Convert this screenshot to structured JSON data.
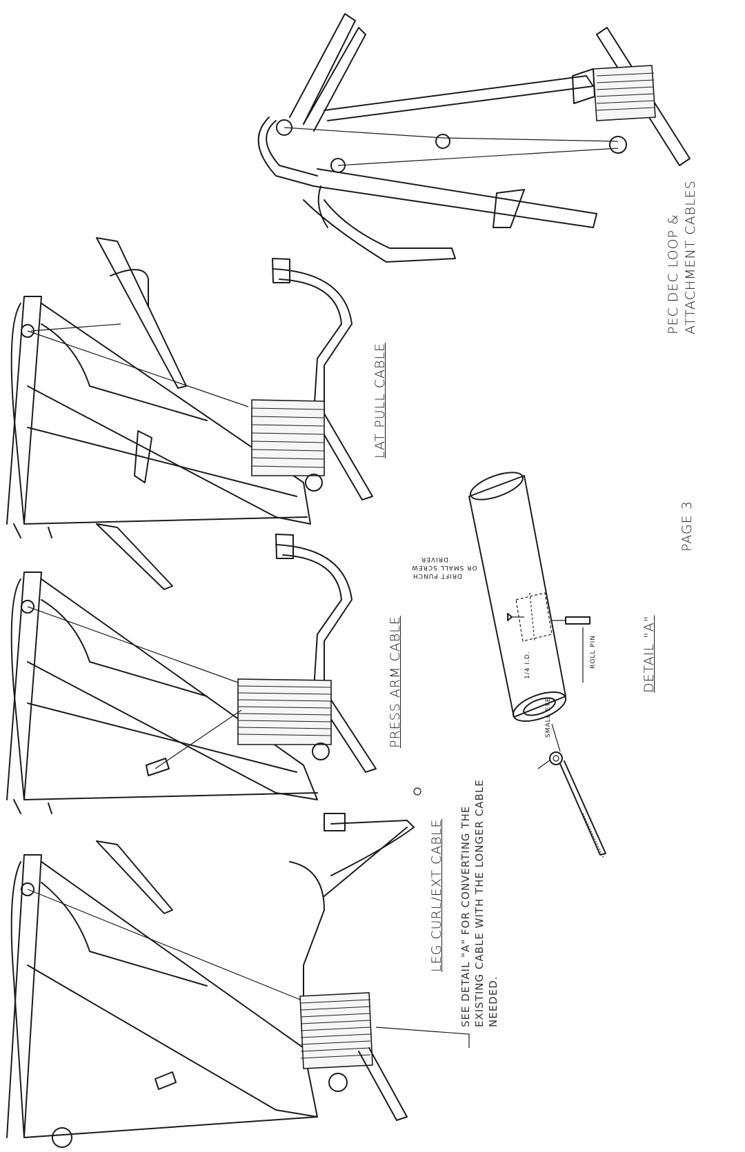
{
  "labels": {
    "leg_curl": "LEG CURL/EXT CABLE",
    "leg_curl_note": "SEE DETAIL \"A\" FOR CONVERTING THE EXISTING CABLE WITH THE LONGER CABLE NEEDED.",
    "press_arm": "PRESS ARM CABLE",
    "lat_pull": "LAT PULL CABLE",
    "pec_dec_line1": "PEC DEC LOOP &",
    "pec_dec_line2": "ATTACHMENT CABLES",
    "detail_title": "DETAIL \"A\"",
    "page": "PAGE 3",
    "drift_line1": "DRIFT PUNCH",
    "drift_line2": "OR SMALL SCREW",
    "drift_line3": "DRIVER",
    "small_eye": "SMALL EYE",
    "quarter_id": "1/4 I.D.",
    "roll_pin": "ROLL PIN"
  }
}
